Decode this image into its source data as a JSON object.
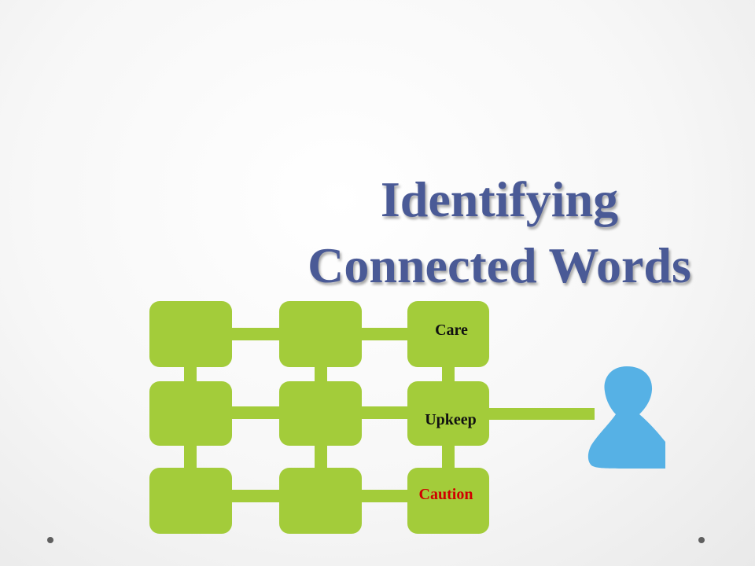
{
  "slide": {
    "title_line1": "Identifying",
    "title_line2": "Connected Words"
  },
  "grid": {
    "labels": {
      "care": "Care",
      "upkeep": "Upkeep",
      "caution": "Caution"
    }
  },
  "colors": {
    "title": "#4a5a96",
    "node_green": "#a3cc3a",
    "person_blue": "#56b1e5",
    "label_text": "#111111",
    "highlight_text": "#d00000"
  },
  "icons": {
    "person": "person-icon"
  }
}
